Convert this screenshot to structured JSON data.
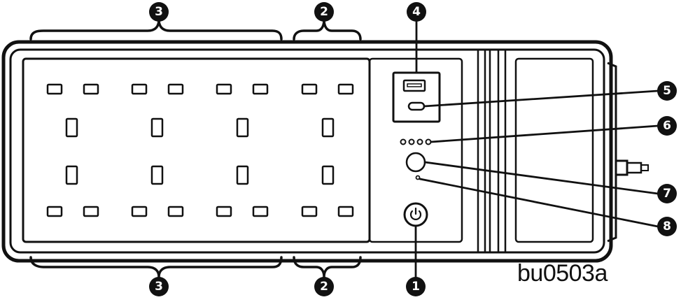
{
  "figure_id": "bu0503a",
  "colors": {
    "ink": "#111111",
    "background": "#ffffff",
    "callout_text": "#ffffff"
  },
  "callouts": {
    "power_button": "1",
    "usb_outlets_top": "2",
    "usb_outlets_bottom": "2",
    "ac_outlets_top": "3",
    "ac_outlets_bottom": "3",
    "usb_a_port": "4",
    "usb_c_port": "5",
    "status_leds": "6",
    "round_button": "7",
    "indicator_hole": "8"
  }
}
